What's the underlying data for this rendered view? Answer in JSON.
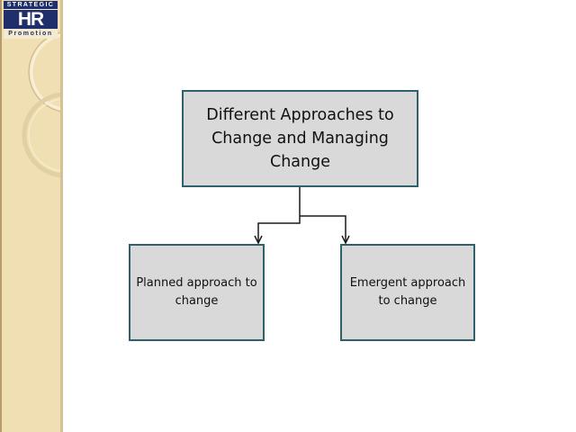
{
  "slide": {
    "background_color": "#ffffff"
  },
  "sidebar": {
    "color": "#efdfb2",
    "logo": {
      "top_text": "STRATEGIC",
      "main_text": "HR",
      "bottom_text": "Promotion",
      "brand_color": "#1f2f6b"
    }
  },
  "diagram": {
    "box_fill": "#d9d9d9",
    "box_border": "#31606d",
    "connector_color": "#1a1a1a",
    "root": {
      "label": "Different Approaches to Change and Managing Change"
    },
    "children": [
      {
        "label": "Planned approach to change"
      },
      {
        "label": "Emergent approach to change"
      }
    ]
  }
}
